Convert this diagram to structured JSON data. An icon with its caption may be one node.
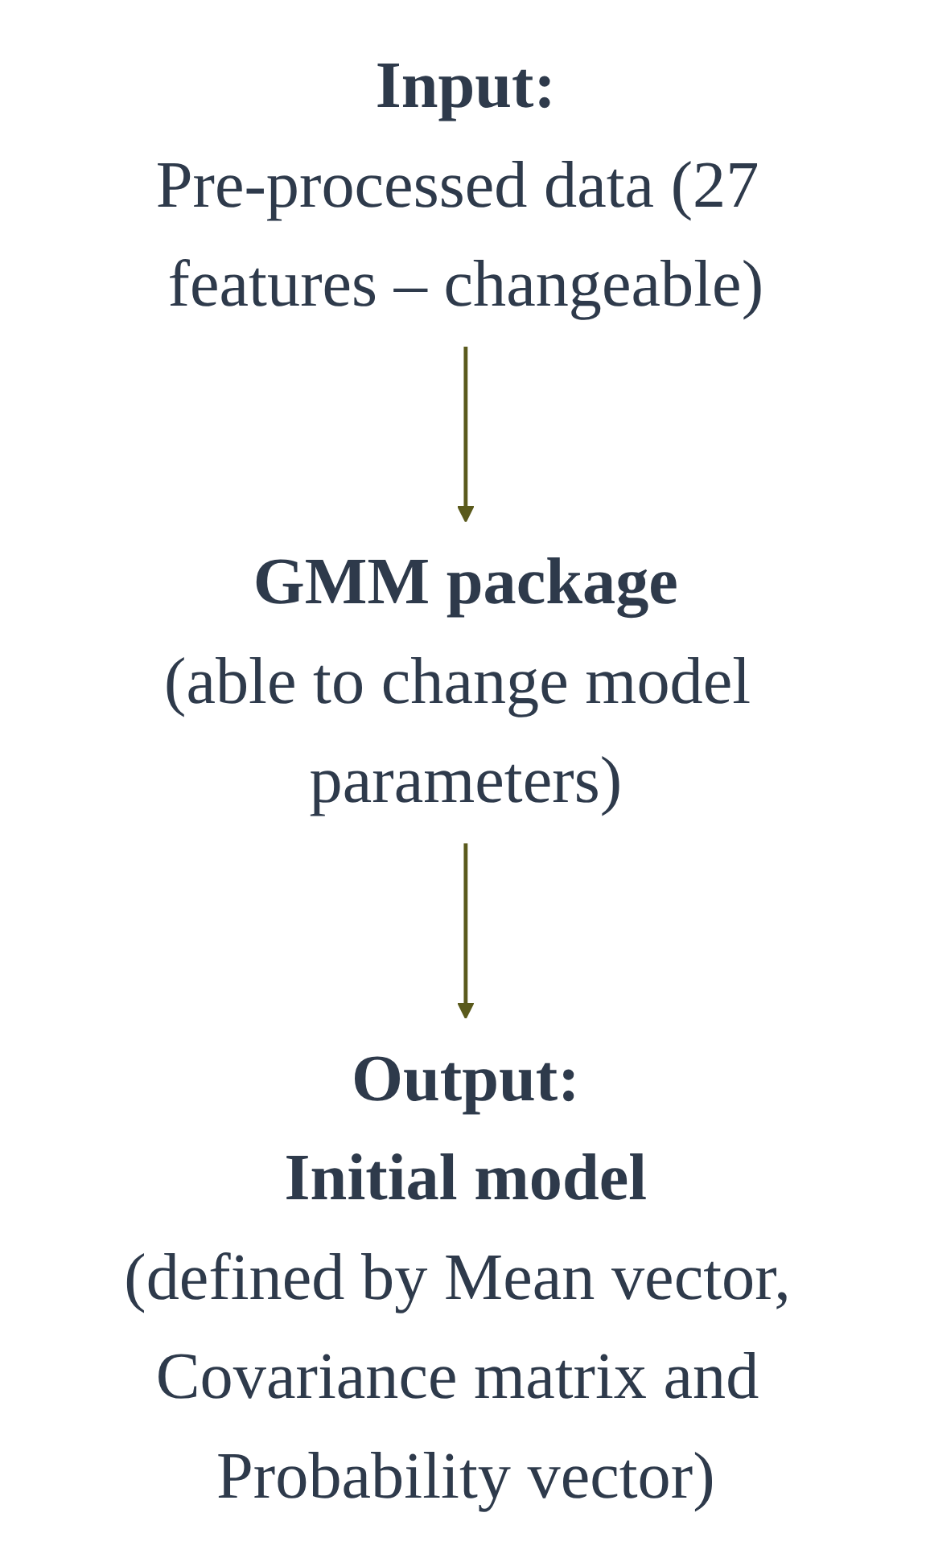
{
  "diagram": {
    "nodes": [
      {
        "text": [
          "Input:",
          "Pre-processed data (27 features – changeable)"
        ]
      },
      {
        "text": [
          "GMM package",
          "(able to change model parameters)"
        ]
      },
      {
        "text": [
          "Output:",
          "Initial model",
          "(defined by Mean vector, Covariance matrix and Probability vector)"
        ]
      }
    ],
    "edges": [
      {
        "from": 0,
        "to": 1,
        "arrow": "to"
      },
      {
        "from": 1,
        "to": 2,
        "arrow": "to"
      }
    ]
  }
}
